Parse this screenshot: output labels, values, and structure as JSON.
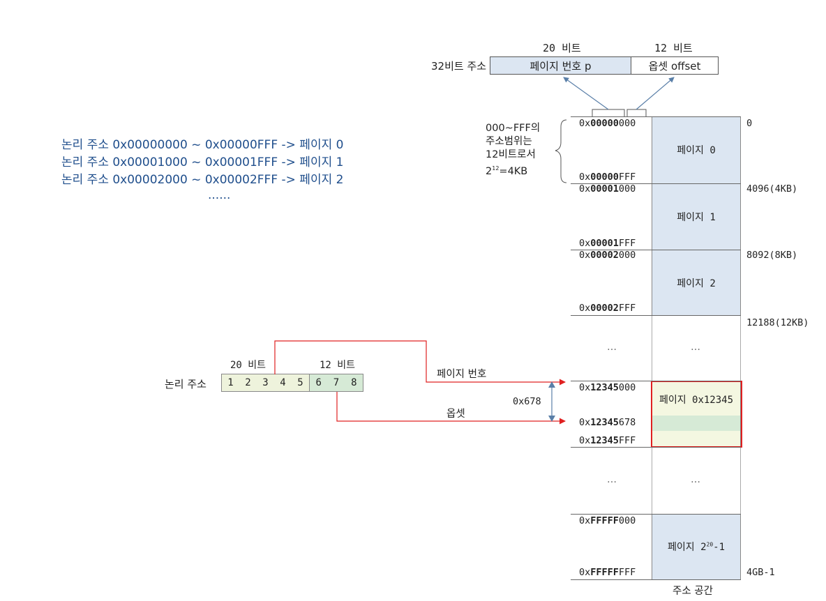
{
  "top": {
    "bits20": "20 비트",
    "bits12": "12 비트",
    "label": "32비트 주소",
    "page_number": "페이지 번호 p",
    "offset": "옵셋 offset"
  },
  "range_note": {
    "line1": "000~FFF의",
    "line2": "주소범위는",
    "line3": "12비트로서",
    "line4_base": "2",
    "line4_exp": "12",
    "line4_rest": "=4KB"
  },
  "logical_list": {
    "line0": "논리 주소 0x00000000 ~ 0x00000FFF  -> 페이지 0",
    "line1": "논리 주소 0x00001000 ~ 0x00001FFF  -> 페이지 1",
    "line2": "논리 주소 0x00002000 ~ 0x00002FFF  -> 페이지 2",
    "ellipsis": "......"
  },
  "memory": {
    "addr_page0_start_pre": "0x",
    "addr_page0_start_bold": "00000",
    "addr_page0_start_post": "000",
    "addr_page0_end_pre": "0x",
    "addr_page0_end_bold": "00000",
    "addr_page0_end_post": "FFF",
    "addr_page1_start_pre": "0x",
    "addr_page1_start_bold": "00001",
    "addr_page1_start_post": "000",
    "addr_page1_end_pre": "0x",
    "addr_page1_end_bold": "00001",
    "addr_page1_end_post": "FFF",
    "addr_page2_start_pre": "0x",
    "addr_page2_start_bold": "00002",
    "addr_page2_start_post": "000",
    "addr_page2_end_pre": "0x",
    "addr_page2_end_bold": "00002",
    "addr_page2_end_post": "FFF",
    "addr_sel_start_pre": "0x",
    "addr_sel_start_bold": "12345",
    "addr_sel_start_post": "000",
    "addr_sel_mid_pre": "0x",
    "addr_sel_mid_bold": "12345",
    "addr_sel_mid_post": "678",
    "addr_sel_end_pre": "0x",
    "addr_sel_end_bold": "12345",
    "addr_sel_end_post": "FFF",
    "addr_last_start_pre": "0x",
    "addr_last_start_bold": "FFFFF",
    "addr_last_start_post": "000",
    "addr_last_end_pre": "0x",
    "addr_last_end_bold": "FFFFF",
    "addr_last_end_post": "FFF",
    "page0": "페이지 0",
    "page1": "페이지 1",
    "page2": "페이지 2",
    "page_sel": "페이지 0x12345",
    "page_last_base": "페이지 2",
    "page_last_exp": "20",
    "page_last_rest": "-1",
    "ellipsis": "…",
    "right0": "0",
    "right1": "4096(4KB)",
    "right2": "8092(8KB)",
    "right3": "12188(12KB)",
    "right_last": "4GB-1",
    "caption": "주소 공간"
  },
  "logical_address": {
    "label": "논리 주소",
    "bits20": "20 비트",
    "bits12": "12 비트",
    "digits": [
      "1",
      "2",
      "3",
      "4",
      "5",
      "6",
      "7",
      "8"
    ],
    "page_number_arrow": "페이지 번호",
    "offset_arrow": "옵셋",
    "offset_value": "0x678"
  },
  "colors": {
    "page_fill": "#dce6f2",
    "highlight": "#e02020",
    "page_number_box": "#eef3dc",
    "offset_box": "#d6ead6",
    "list_text": "#1f4e8c"
  }
}
